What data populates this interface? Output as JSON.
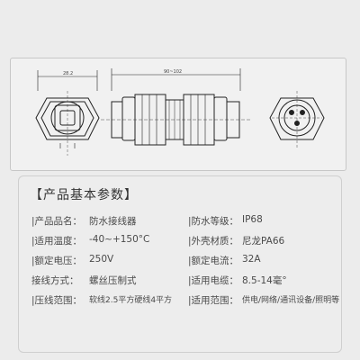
{
  "drawing": {
    "dim_left": "28.2",
    "dim_center": "90~102"
  },
  "specs": {
    "title": "【产品基本参数】",
    "rows": [
      {
        "label1": "|产品品名：",
        "value1": "防水接线器",
        "label2": "|防水等级：",
        "value2": "IP68"
      },
      {
        "label1": "|适用温度：",
        "value1": "-40~+150°C",
        "label2": "|外壳材质：",
        "value2": "尼龙PA66"
      },
      {
        "label1": "|额定电压：",
        "value1": "250V",
        "label2": "|额定电流：",
        "value2": "32A"
      },
      {
        "label1": "接线方式：",
        "value1": "螺丝压制式",
        "label2": "|适用电缆：",
        "value2": "8.5-14毫°"
      },
      {
        "label1": "|压线范围：",
        "value1": "软线2.5平方硬线4平方",
        "label2": "|适用范围：",
        "value2": "供电/网络/通讯设备/照明等"
      }
    ]
  }
}
